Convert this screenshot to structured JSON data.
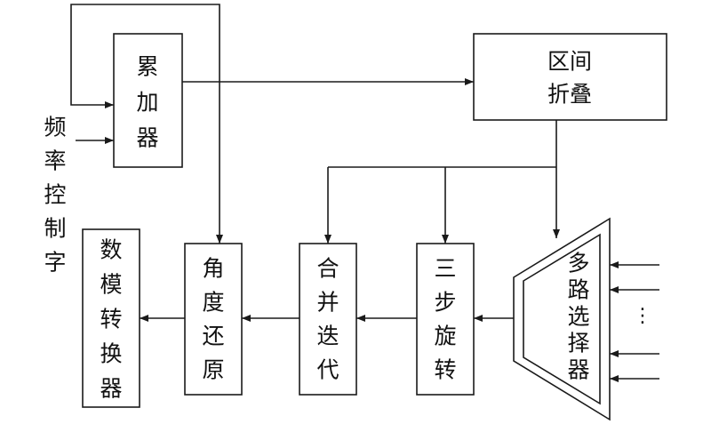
{
  "diagram": {
    "input_label": [
      "频",
      "率",
      "控",
      "制",
      "字"
    ],
    "accumulator": [
      "累",
      "加",
      "器"
    ],
    "interval_fold": [
      "区间",
      "折叠"
    ],
    "mux": [
      "多",
      "路",
      "选",
      "择",
      "器"
    ],
    "mux_ellipsis": "⋮",
    "three_step_rotation": [
      "三",
      "步",
      "旋",
      "转"
    ],
    "merge_iteration": [
      "合",
      "并",
      "迭",
      "代"
    ],
    "angle_restore": [
      "角",
      "度",
      "还",
      "原"
    ],
    "dac": [
      "数",
      "模",
      "转",
      "换",
      "器"
    ]
  }
}
